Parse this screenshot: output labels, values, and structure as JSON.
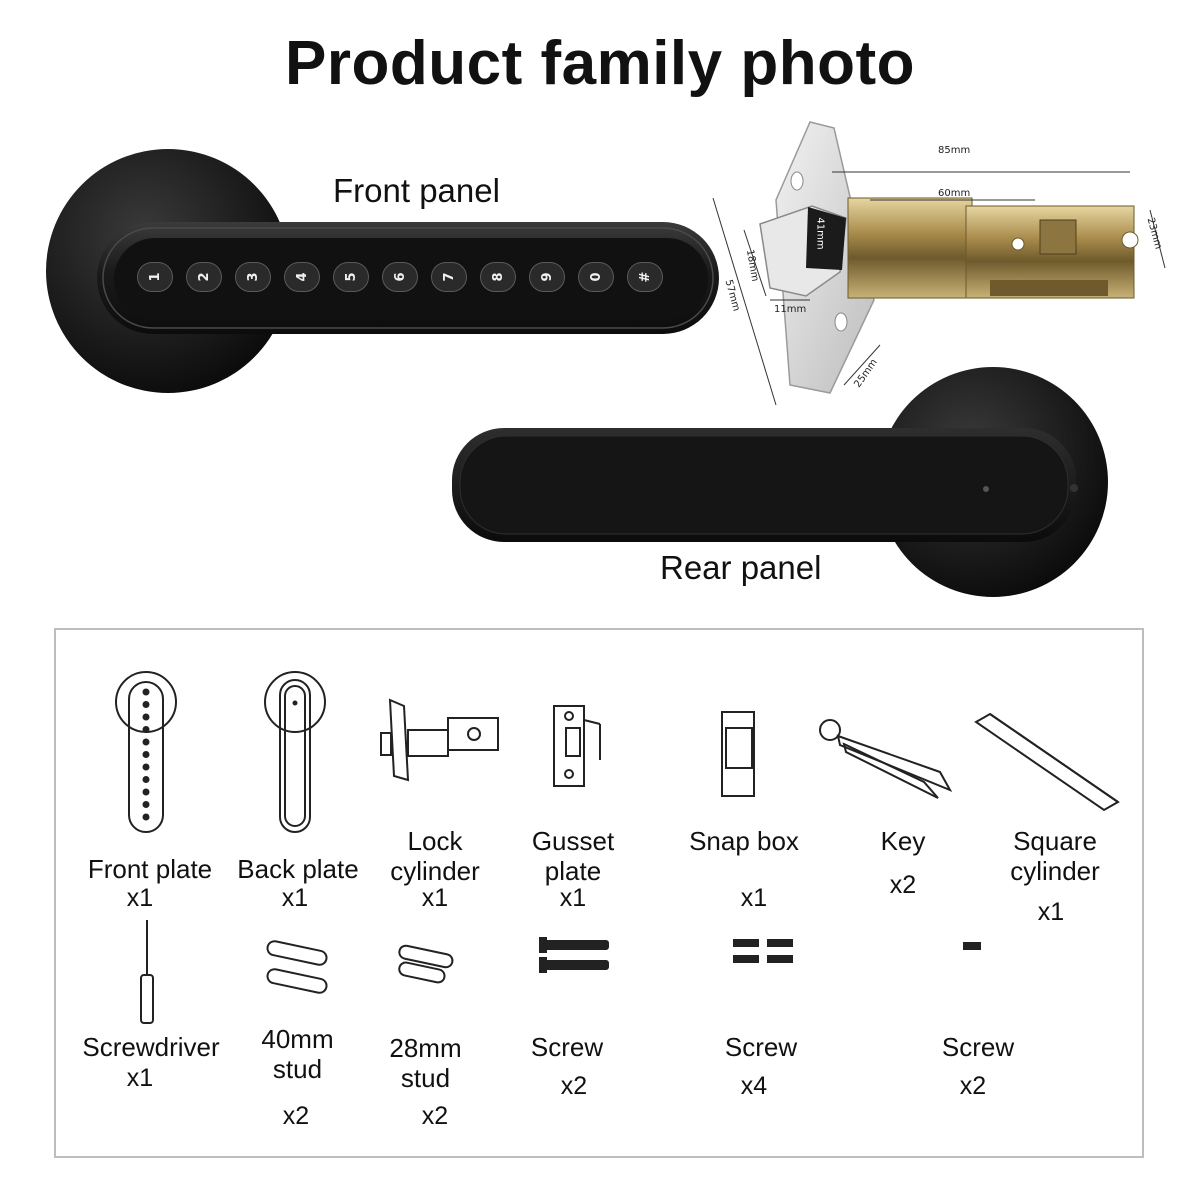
{
  "title": "Product family photo",
  "panels": {
    "front_label": "Front panel",
    "rear_label": "Rear panel",
    "keypad_keys": [
      "1",
      "2",
      "3",
      "4",
      "5",
      "6",
      "7",
      "8",
      "9",
      "0",
      "#"
    ]
  },
  "latch_dimensions": {
    "d85": "85mm",
    "d60": "60mm",
    "d23": "23mm",
    "d41": "41mm",
    "d18": "18mm",
    "d57": "57mm",
    "d11": "11mm",
    "d25": "25mm"
  },
  "package_contents": [
    {
      "label": "Front plate",
      "qty": "x1"
    },
    {
      "label": "Back plate",
      "qty": "x1"
    },
    {
      "label": "Lock cylinder",
      "qty": "x1"
    },
    {
      "label": "Gusset plate",
      "qty": "x1"
    },
    {
      "label": "Snap box",
      "qty": "x1"
    },
    {
      "label": "Key",
      "qty": "x2"
    },
    {
      "label": "Square cylinder",
      "qty": "x1"
    },
    {
      "label": "Screwdriver",
      "qty": "x1"
    },
    {
      "label": "40mm stud",
      "qty": "x2"
    },
    {
      "label": "28mm stud",
      "qty": "x2"
    },
    {
      "label": "Screw",
      "qty": "x2"
    },
    {
      "label": "Screw",
      "qty": "x4"
    },
    {
      "label": "Screw",
      "qty": "x2"
    }
  ],
  "colors": {
    "handle": "#141414",
    "brass": "#b8a060",
    "steel": "#d9d9d9"
  }
}
